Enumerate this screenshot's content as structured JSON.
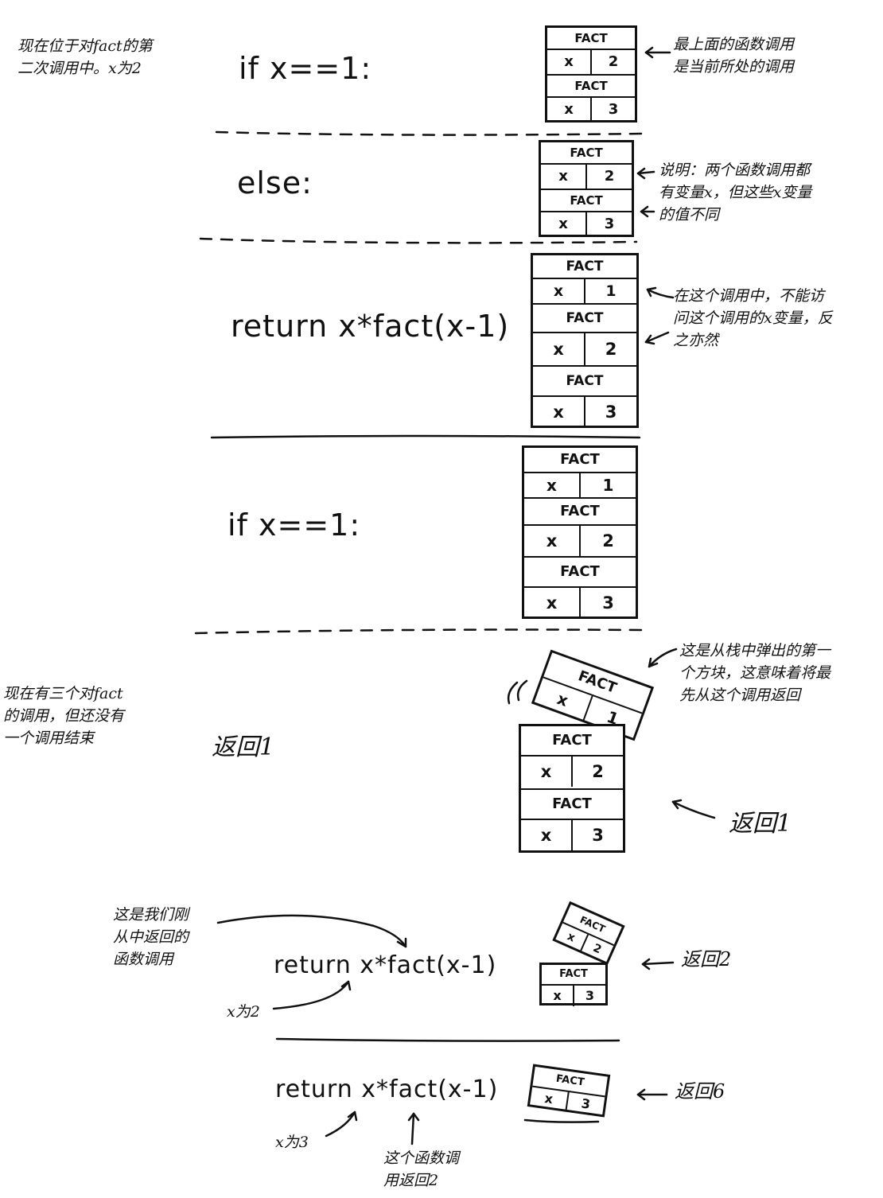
{
  "frame_name": "FACT",
  "var_name": "x",
  "sections": [
    {
      "code": "if x==1:",
      "note": "最上面的函数调用是当前所处的调用",
      "note_lines": [
        "最上面的函数调用",
        "是当前所处的调用"
      ],
      "stack": [
        {
          "x": "2"
        },
        {
          "x": "3"
        }
      ]
    },
    {
      "code": "else:",
      "note_lines": [
        "说明：两个函数调用都",
        "有变量x，但这些x变量",
        "的值不同"
      ],
      "stack": [
        {
          "x": "2"
        },
        {
          "x": "3"
        }
      ]
    },
    {
      "code": "return x*fact(x-1)",
      "note_lines": [
        "在这个调用中，不能访",
        "问这个调用的x变量，反",
        "之亦然"
      ],
      "stack": [
        {
          "x": "1"
        },
        {
          "x": "2"
        },
        {
          "x": "3"
        }
      ]
    },
    {
      "code": "if x==1:",
      "stack": [
        {
          "x": "1"
        },
        {
          "x": "2"
        },
        {
          "x": "3"
        }
      ]
    },
    {
      "code": "返回1",
      "note_lines": [
        "这是从栈中弹出的第一",
        "个方块，这意味着将最",
        "先从这个调用返回"
      ],
      "popped": {
        "x": "1"
      },
      "stack": [
        {
          "x": "2"
        },
        {
          "x": "3"
        }
      ],
      "return_label": "返回1"
    },
    {
      "code": "return x*fact(x-1)",
      "popped": {
        "x": "2"
      },
      "stack": [
        {
          "x": "3"
        }
      ],
      "return_label": "返回2"
    },
    {
      "code": "return x*fact(x-1)",
      "popped": {
        "x": "3"
      },
      "return_label": "返回6"
    }
  ],
  "left_notes": {
    "top": [
      "现在位于对fact的第",
      "二次调用中。x为2"
    ],
    "middle": [
      "现在有三个对fact",
      "的调用，但还没有",
      "一个调用结束"
    ],
    "just_returned": [
      "这是我们刚",
      "从中返回的",
      "函数调用"
    ],
    "x_is_2": "x为2",
    "x_is_3": "x为3",
    "returns_2": [
      "这个函数调",
      "用返回2"
    ]
  }
}
